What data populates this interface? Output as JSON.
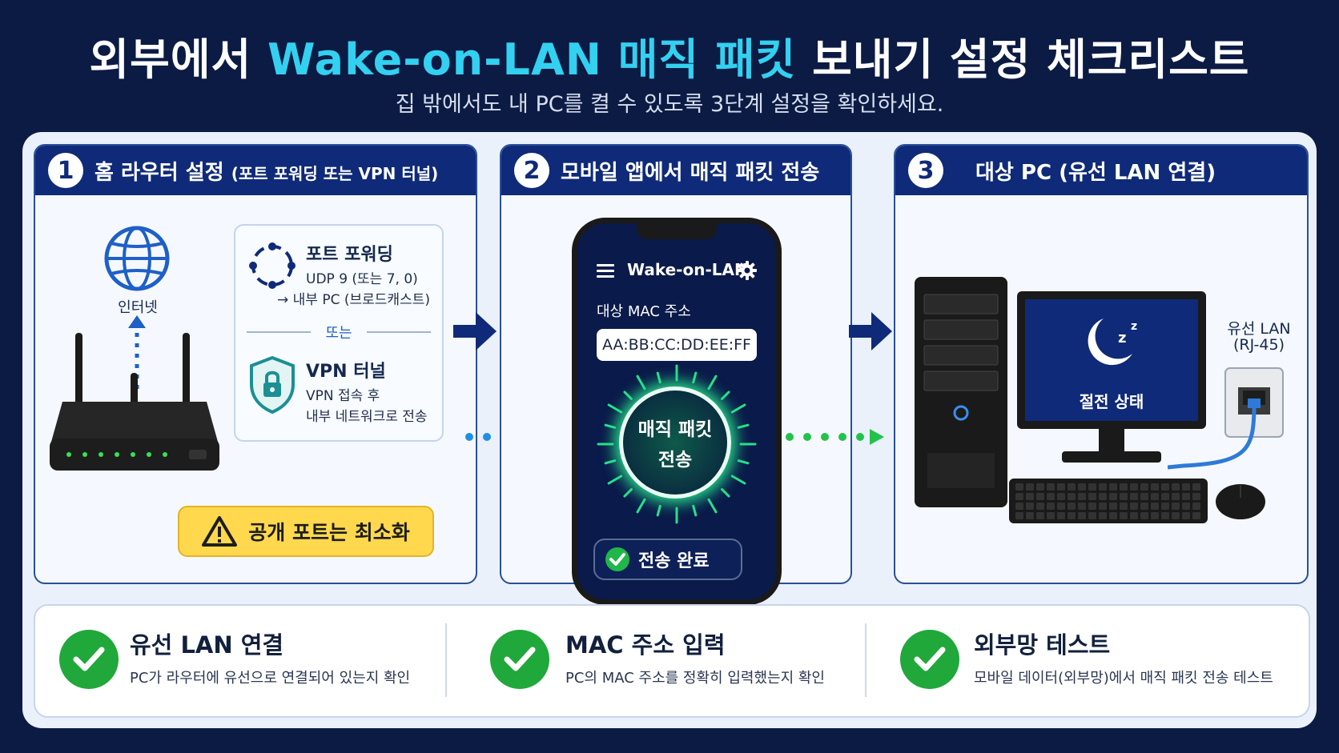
{
  "header": {
    "title_part1": "외부에서 ",
    "title_highlight": "Wake-on-LAN 매직 패킷",
    "title_part2": " 보내기 설정 체크리스트",
    "subtitle": "집 밖에서도 내 PC를 켤 수 있도록 3단계 설정을 확인하세요."
  },
  "steps": [
    {
      "number": "1",
      "title": "홈 라우터 설정",
      "title_sub": "(포트 포워딩 또는 VPN 터널)",
      "internet_label": "인터넷",
      "option1_title": "포트 포워딩",
      "option1_line1": "UDP 9 (또는 7, 0)",
      "option1_line2": "→ 내부 PC (브로드캐스트)",
      "or_label": "또는",
      "option2_title": "VPN 터널",
      "option2_line1": "VPN 접속 후",
      "option2_line2": "내부 네트워크로 전송",
      "warning": "공개 포트는 최소화"
    },
    {
      "number": "2",
      "title": "모바일 앱에서 매직 패킷 전송",
      "app_name": "Wake-on-LAN",
      "mac_label": "대상 MAC 주소",
      "mac_value": "AA:BB:CC:DD:EE:FF",
      "send_line1": "매직 패킷",
      "send_line2": "전송",
      "done_label": "전송 완료"
    },
    {
      "number": "3",
      "title": "대상 PC",
      "title_sub": "(유선 LAN 연결)",
      "sleep_label": "절전 상태",
      "lan_label_line1": "유선 LAN",
      "lan_label_line2": "(RJ-45)"
    }
  ],
  "checklist": [
    {
      "title": "유선 LAN 연결",
      "desc": "PC가 라우터에 유선으로 연결되어 있는지 확인"
    },
    {
      "title": "MAC 주소 입력",
      "desc": "PC의 MAC 주소를 정확히 입력했는지 확인"
    },
    {
      "title": "외부망 테스트",
      "desc": "모바일 데이터(외부망)에서 매직 패킷 전송 테스트"
    }
  ],
  "colors": {
    "background": "#0b1b44",
    "highlight": "#33d0f0",
    "card_header": "#0f2a78",
    "check_green": "#20a83a",
    "warning_yellow": "#ffd84d",
    "glow_green": "#26e08a"
  },
  "icons": [
    "globe-icon",
    "router-icon",
    "port-forward-icon",
    "shield-lock-icon",
    "warning-icon",
    "menu-icon",
    "gear-icon",
    "check-icon",
    "moon-icon",
    "arrow-right-icon",
    "ethernet-port-icon"
  ]
}
